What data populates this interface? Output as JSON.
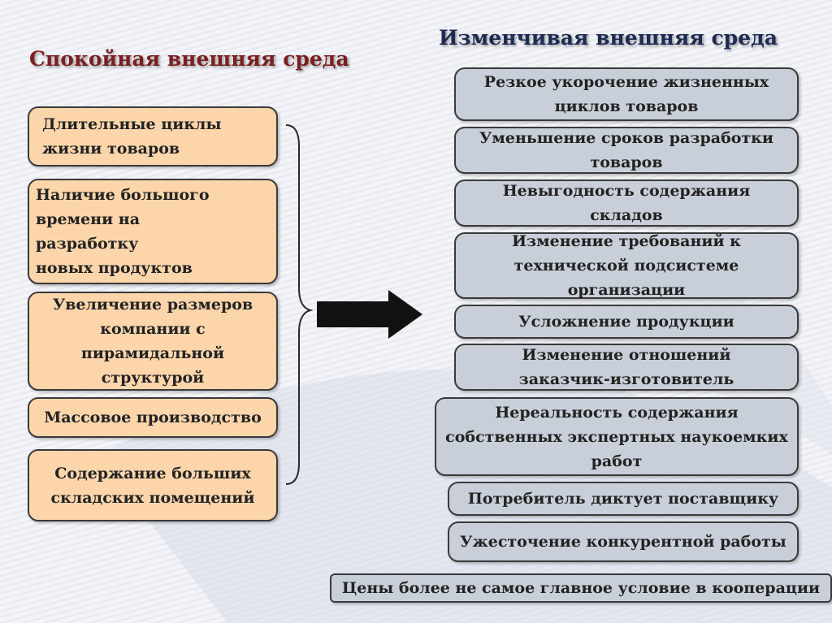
{
  "title_left": "Спокойная внешняя среда",
  "title_right": "Изменчивая внешняя среда",
  "left_items": [
    "Длительные циклы\nжизни товаров",
    "Наличие большого\nвремени на\nразработку\nновых продуктов",
    "Увеличение размеров\nкомпании с\nпирамидальной\nструктурой",
    "Массовое производство",
    "Содержание больших\nскладских помещений"
  ],
  "right_items": [
    "Резкое укорочение жизненных\nциклов товаров",
    "Уменьшение сроков разработки\nтоваров",
    "Невыгодность содержания\nскладов",
    "Изменение требований к\nтехнической подсистеме\nорганизации",
    "Усложнение продукции",
    "Изменение отношений\nзаказчик-изготовитель",
    "Нереальность содержания\nсобственных экспертных наукоемких\nработ",
    "Потребитель диктует поставщику",
    "Ужесточение конкурентной работы",
    "Цены более не самое главное условие в кооперации"
  ],
  "colors": {
    "left_box": "#fcd5ab",
    "right_box": "#c9cfd9",
    "title_left": "#7a1f1f",
    "title_right": "#1f2a52"
  }
}
